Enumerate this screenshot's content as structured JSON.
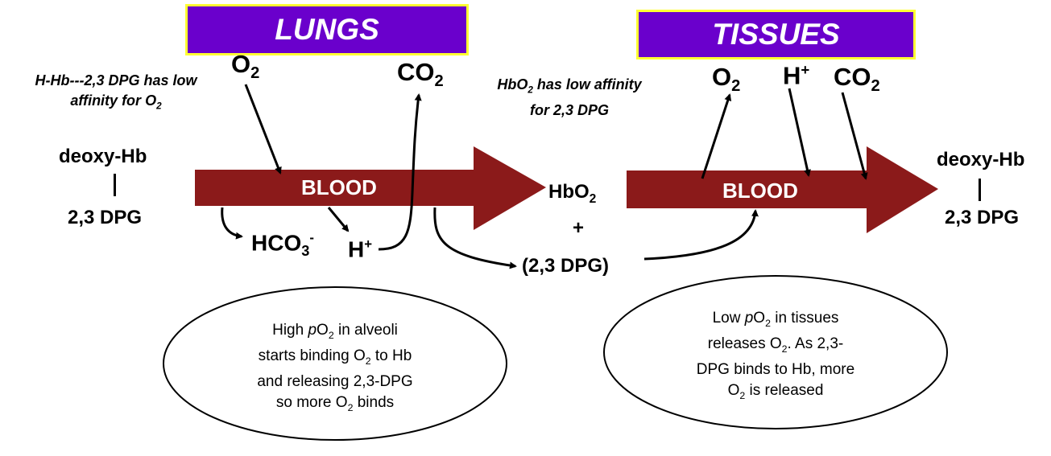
{
  "colors": {
    "header_fill": "#6a00cc",
    "header_border": "#ffff33",
    "blood_arrow": "#8b1a1a"
  },
  "headers": {
    "lungs": "LUNGS",
    "tissues": "TISSUES"
  },
  "notes": {
    "lungs_line1": "H-Hb---2,3 DPG has low",
    "lungs_line2_prefix": "affinity for O",
    "lungs_line2_sub": "2",
    "tissues_line1_prefix": "HbO",
    "tissues_line1_sub": "2",
    "tissues_line1_suffix": " has low affinity",
    "tissues_line2": "for 2,3 DPG"
  },
  "lungs": {
    "o2_base": "O",
    "o2_sub": "2",
    "co2_base": "CO",
    "co2_sub": "2",
    "hco3_base": "HCO",
    "hco3_sub": "3",
    "hco3_sup": "-",
    "h_base": "H",
    "h_sup": "+"
  },
  "tissues": {
    "o2_base": "O",
    "o2_sub": "2",
    "h_base": "H",
    "h_sup": "+",
    "co2_base": "CO",
    "co2_sub": "2"
  },
  "species": {
    "deoxy_hb": "deoxy-Hb",
    "dpg": "2,3 DPG",
    "hbo2_base": "HbO",
    "hbo2_sub": "2",
    "plus": "+",
    "free_dpg": "(2,3 DPG)"
  },
  "blood_label": "BLOOD",
  "ellipses": {
    "lungs": {
      "l1a": "High ",
      "l1_p": "p",
      "l1_o": "O",
      "l1_sub": "2",
      "l1b": " in alveoli",
      "l2a": "starts binding O",
      "l2_sub": "2",
      "l2b": " to Hb",
      "l3": "and releasing 2,3-DPG",
      "l4a": "so more O",
      "l4_sub": "2",
      "l4b": " binds"
    },
    "tissues": {
      "l1a": "Low ",
      "l1_p": "p",
      "l1_o": "O",
      "l1_sub": "2",
      "l1b": " in tissues",
      "l2a": "releases O",
      "l2_sub": "2",
      "l2b": ". As 2,3-",
      "l3": "DPG binds to Hb, more",
      "l4a": "O",
      "l4_sub": "2",
      "l4b": " is released"
    }
  }
}
